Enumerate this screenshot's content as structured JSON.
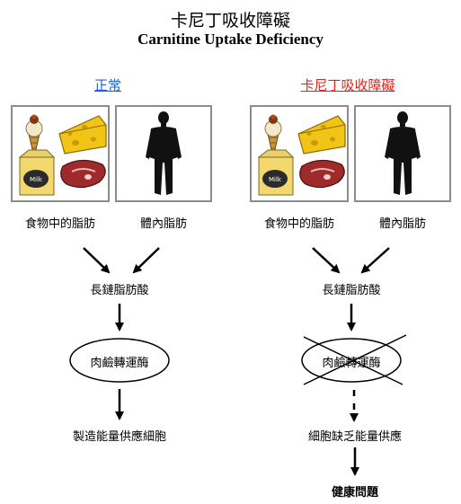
{
  "title": {
    "zh": "卡尼丁吸收障礙",
    "en": "Carnitine Uptake Deficiency"
  },
  "normal": {
    "heading": "正常",
    "food_label": "食物中的脂肪",
    "body_label": "體內脂肪",
    "fatty_acid": "長鏈脂肪酸",
    "enzyme": "肉鹼轉運酶",
    "outcome": "製造能量供應細胞"
  },
  "deficient": {
    "heading": "卡尼丁吸收障礙",
    "food_label": "食物中的脂肪",
    "body_label": "體內脂肪",
    "fatty_acid": "長鏈脂肪酸",
    "enzyme": "肉鹼轉運酶",
    "outcome": "細胞缺乏能量供應",
    "result": "健康問題"
  },
  "food_panel": {
    "milk_text": "Milk",
    "icons": [
      "ice-cream-cone",
      "cheese-wedge",
      "milk-carton",
      "steak"
    ]
  },
  "colors": {
    "normal_heading": "#1f5fd6",
    "deficient_heading": "#e0231b",
    "panel_border": "#8c8c8c"
  }
}
